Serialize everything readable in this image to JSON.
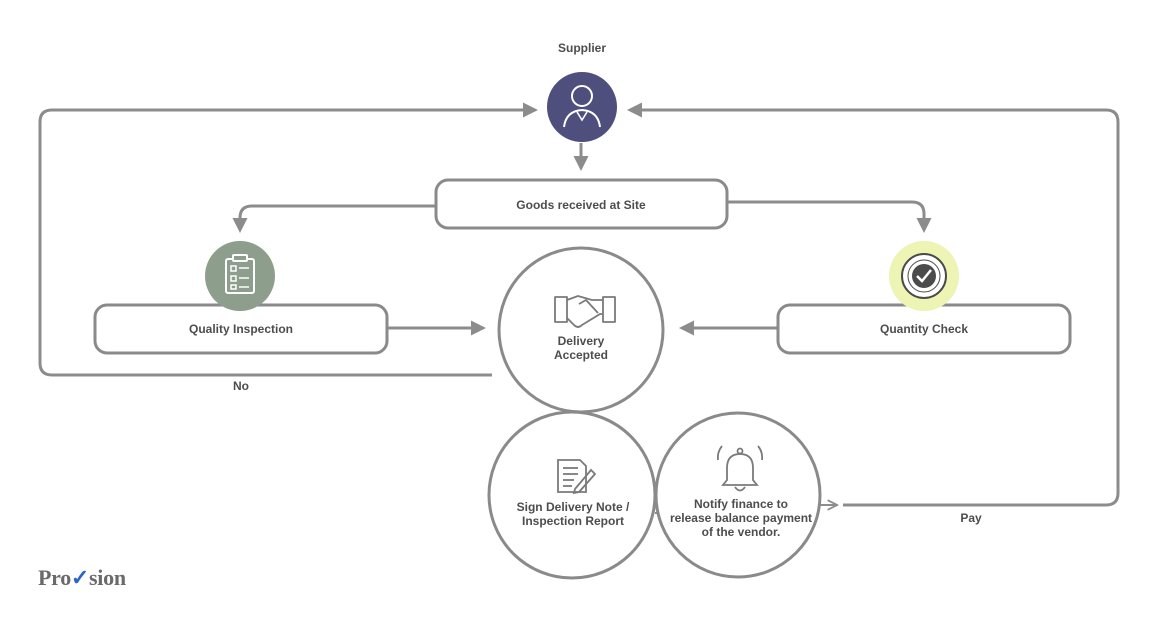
{
  "colors": {
    "line": "#8c8c8c",
    "box_border": "#8a8a8a",
    "supplier_fill": "#4e4f7c",
    "quality_fill": "#8e9e8c",
    "quantity_fill": "#eef5b4",
    "logo_accent": "#2a66c8"
  },
  "nodes": {
    "supplier": {
      "label": "Supplier",
      "icon": "person-icon"
    },
    "goods": {
      "label": "Goods received at Site"
    },
    "quality": {
      "label": "Quality Inspection",
      "icon": "clipboard-checklist-icon"
    },
    "quantity": {
      "label": "Quantity Check",
      "icon": "quality-seal-icon"
    },
    "delivery": {
      "label_line1": "Delivery",
      "label_line2": "Accepted",
      "icon": "handshake-icon"
    },
    "sign": {
      "label_line1": "Sign Delivery Note /",
      "label_line2": "Inspection Report",
      "icon": "document-pen-icon"
    },
    "notify": {
      "label_line1": "Notify finance to",
      "label_line2": "release balance payment",
      "label_line3": "of the vendor.",
      "icon": "bell-icon"
    }
  },
  "edges": {
    "no_label": "No",
    "pay_label": "Pay"
  },
  "logo": {
    "part1": "Pro",
    "part2": "sion"
  }
}
